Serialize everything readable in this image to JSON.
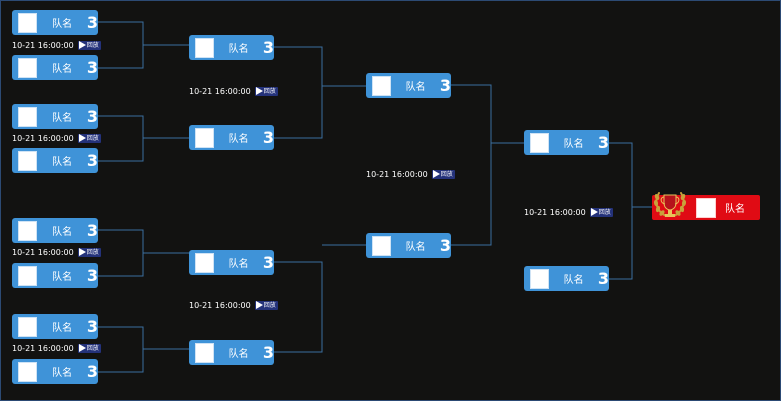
{
  "bracket": {
    "team_label": "队名",
    "score": "3",
    "match_time": "10-21 16:00:00",
    "replay_label": "回放"
  },
  "colors": {
    "team_bg": "#3f93d8",
    "champion_bg": "#e00b14",
    "line": "#3b6fa0",
    "background": "#121211"
  },
  "icons": {
    "play": "play-icon",
    "trophy": "trophy-icon"
  }
}
